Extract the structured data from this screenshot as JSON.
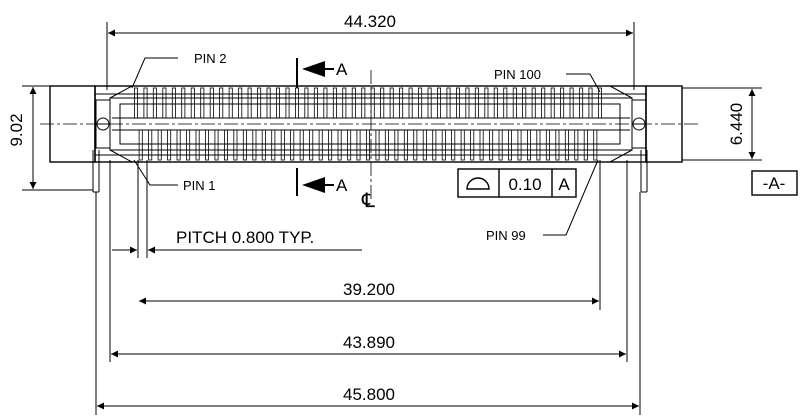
{
  "drawing": {
    "dimensions": {
      "top_width": "44.320",
      "height_left": "9.02",
      "height_right": "6.440",
      "pitch": "PITCH 0.800 TYP.",
      "span_39": "39.200",
      "span_43": "43.890",
      "overall_width": "45.800"
    },
    "pins": {
      "pin1": "PIN 1",
      "pin2": "PIN 2",
      "pin99": "PIN 99",
      "pin100": "PIN 100"
    },
    "section": {
      "upper_marker": "A",
      "lower_marker": "A",
      "centerline_symbol": "℄"
    },
    "tolerance_frame": {
      "symbol": "profile-of-a-surface",
      "value": "0.10",
      "datum": "A"
    },
    "datum_label": "-A-",
    "pin_count": 100,
    "colors": {
      "ink": "#000000",
      "background": "#ffffff"
    }
  }
}
